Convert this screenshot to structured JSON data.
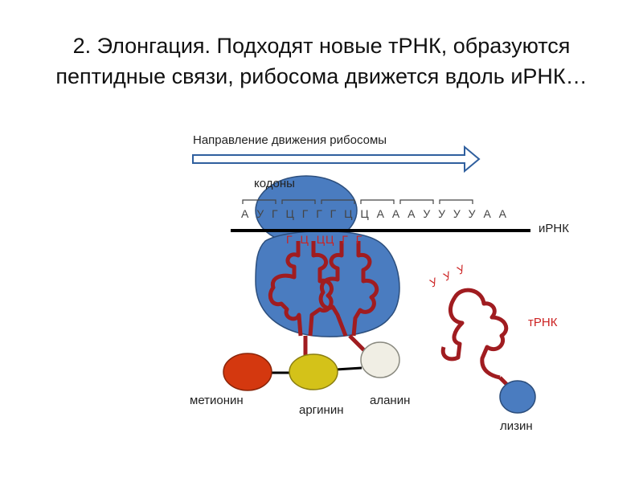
{
  "title_line1": "2. Элонгация. Подходят новые тРНК, образуются",
  "title_line2": "пептидные связи, рибосома движется вдоль иРНК…",
  "direction_label": "Направление движения рибосомы",
  "codons_label": "кодоны",
  "mrna_sequence": "А У Г Ц Г Г Г Ц Ц А А А У У У У А А",
  "mrna_label": "иРНК",
  "anticodon_1": "Г Ц Ц",
  "anticodon_2": "Ц Г Г",
  "anticodon_3": "У У У",
  "trna_label": "тРНК",
  "amino_acids": {
    "methionine": "метионин",
    "arginine": "аргинин",
    "alanine": "аланин",
    "lysine": "лизин"
  },
  "colors": {
    "ribosome": "#4a7cc0",
    "trna": "#a01c20",
    "methionine": "#d4380f",
    "arginine": "#d4c219",
    "alanine": "#f0eee4",
    "lysine": "#4a7cc0",
    "arrow": "#2f5f9e"
  }
}
